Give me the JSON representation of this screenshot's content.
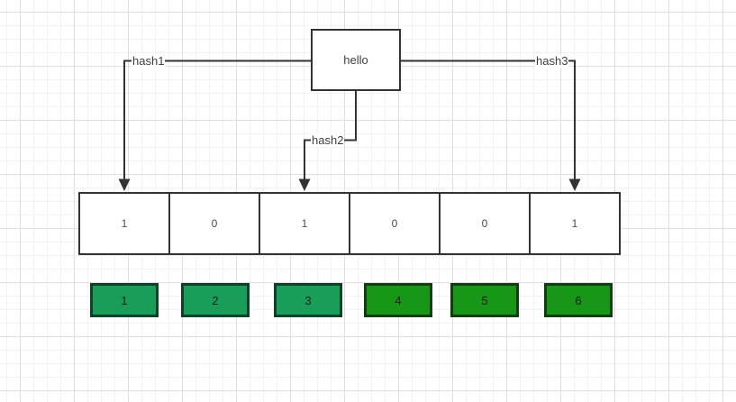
{
  "diagram": {
    "input_node": {
      "label": "hello"
    },
    "edges": [
      {
        "label": "hash1",
        "from": "hello",
        "to_cell": 1
      },
      {
        "label": "hash2",
        "from": "hello",
        "to_cell": 3
      },
      {
        "label": "hash3",
        "from": "hello",
        "to_cell": 6
      }
    ],
    "bit_array": {
      "cells": [
        "1",
        "0",
        "1",
        "0",
        "0",
        "1"
      ]
    },
    "index_boxes": [
      {
        "label": "1",
        "variant": "teal"
      },
      {
        "label": "2",
        "variant": "teal"
      },
      {
        "label": "3",
        "variant": "teal"
      },
      {
        "label": "4",
        "variant": "green"
      },
      {
        "label": "5",
        "variant": "green"
      },
      {
        "label": "6",
        "variant": "green"
      }
    ],
    "colors": {
      "line": "#333333",
      "text": "#3f3f3f",
      "grid-major": "#dfdfdf",
      "grid-minor": "#f2f2f2",
      "teal-fill": "#189e58",
      "teal-border": "#11402a",
      "green-fill": "#189618",
      "green-border": "#143c14"
    }
  }
}
